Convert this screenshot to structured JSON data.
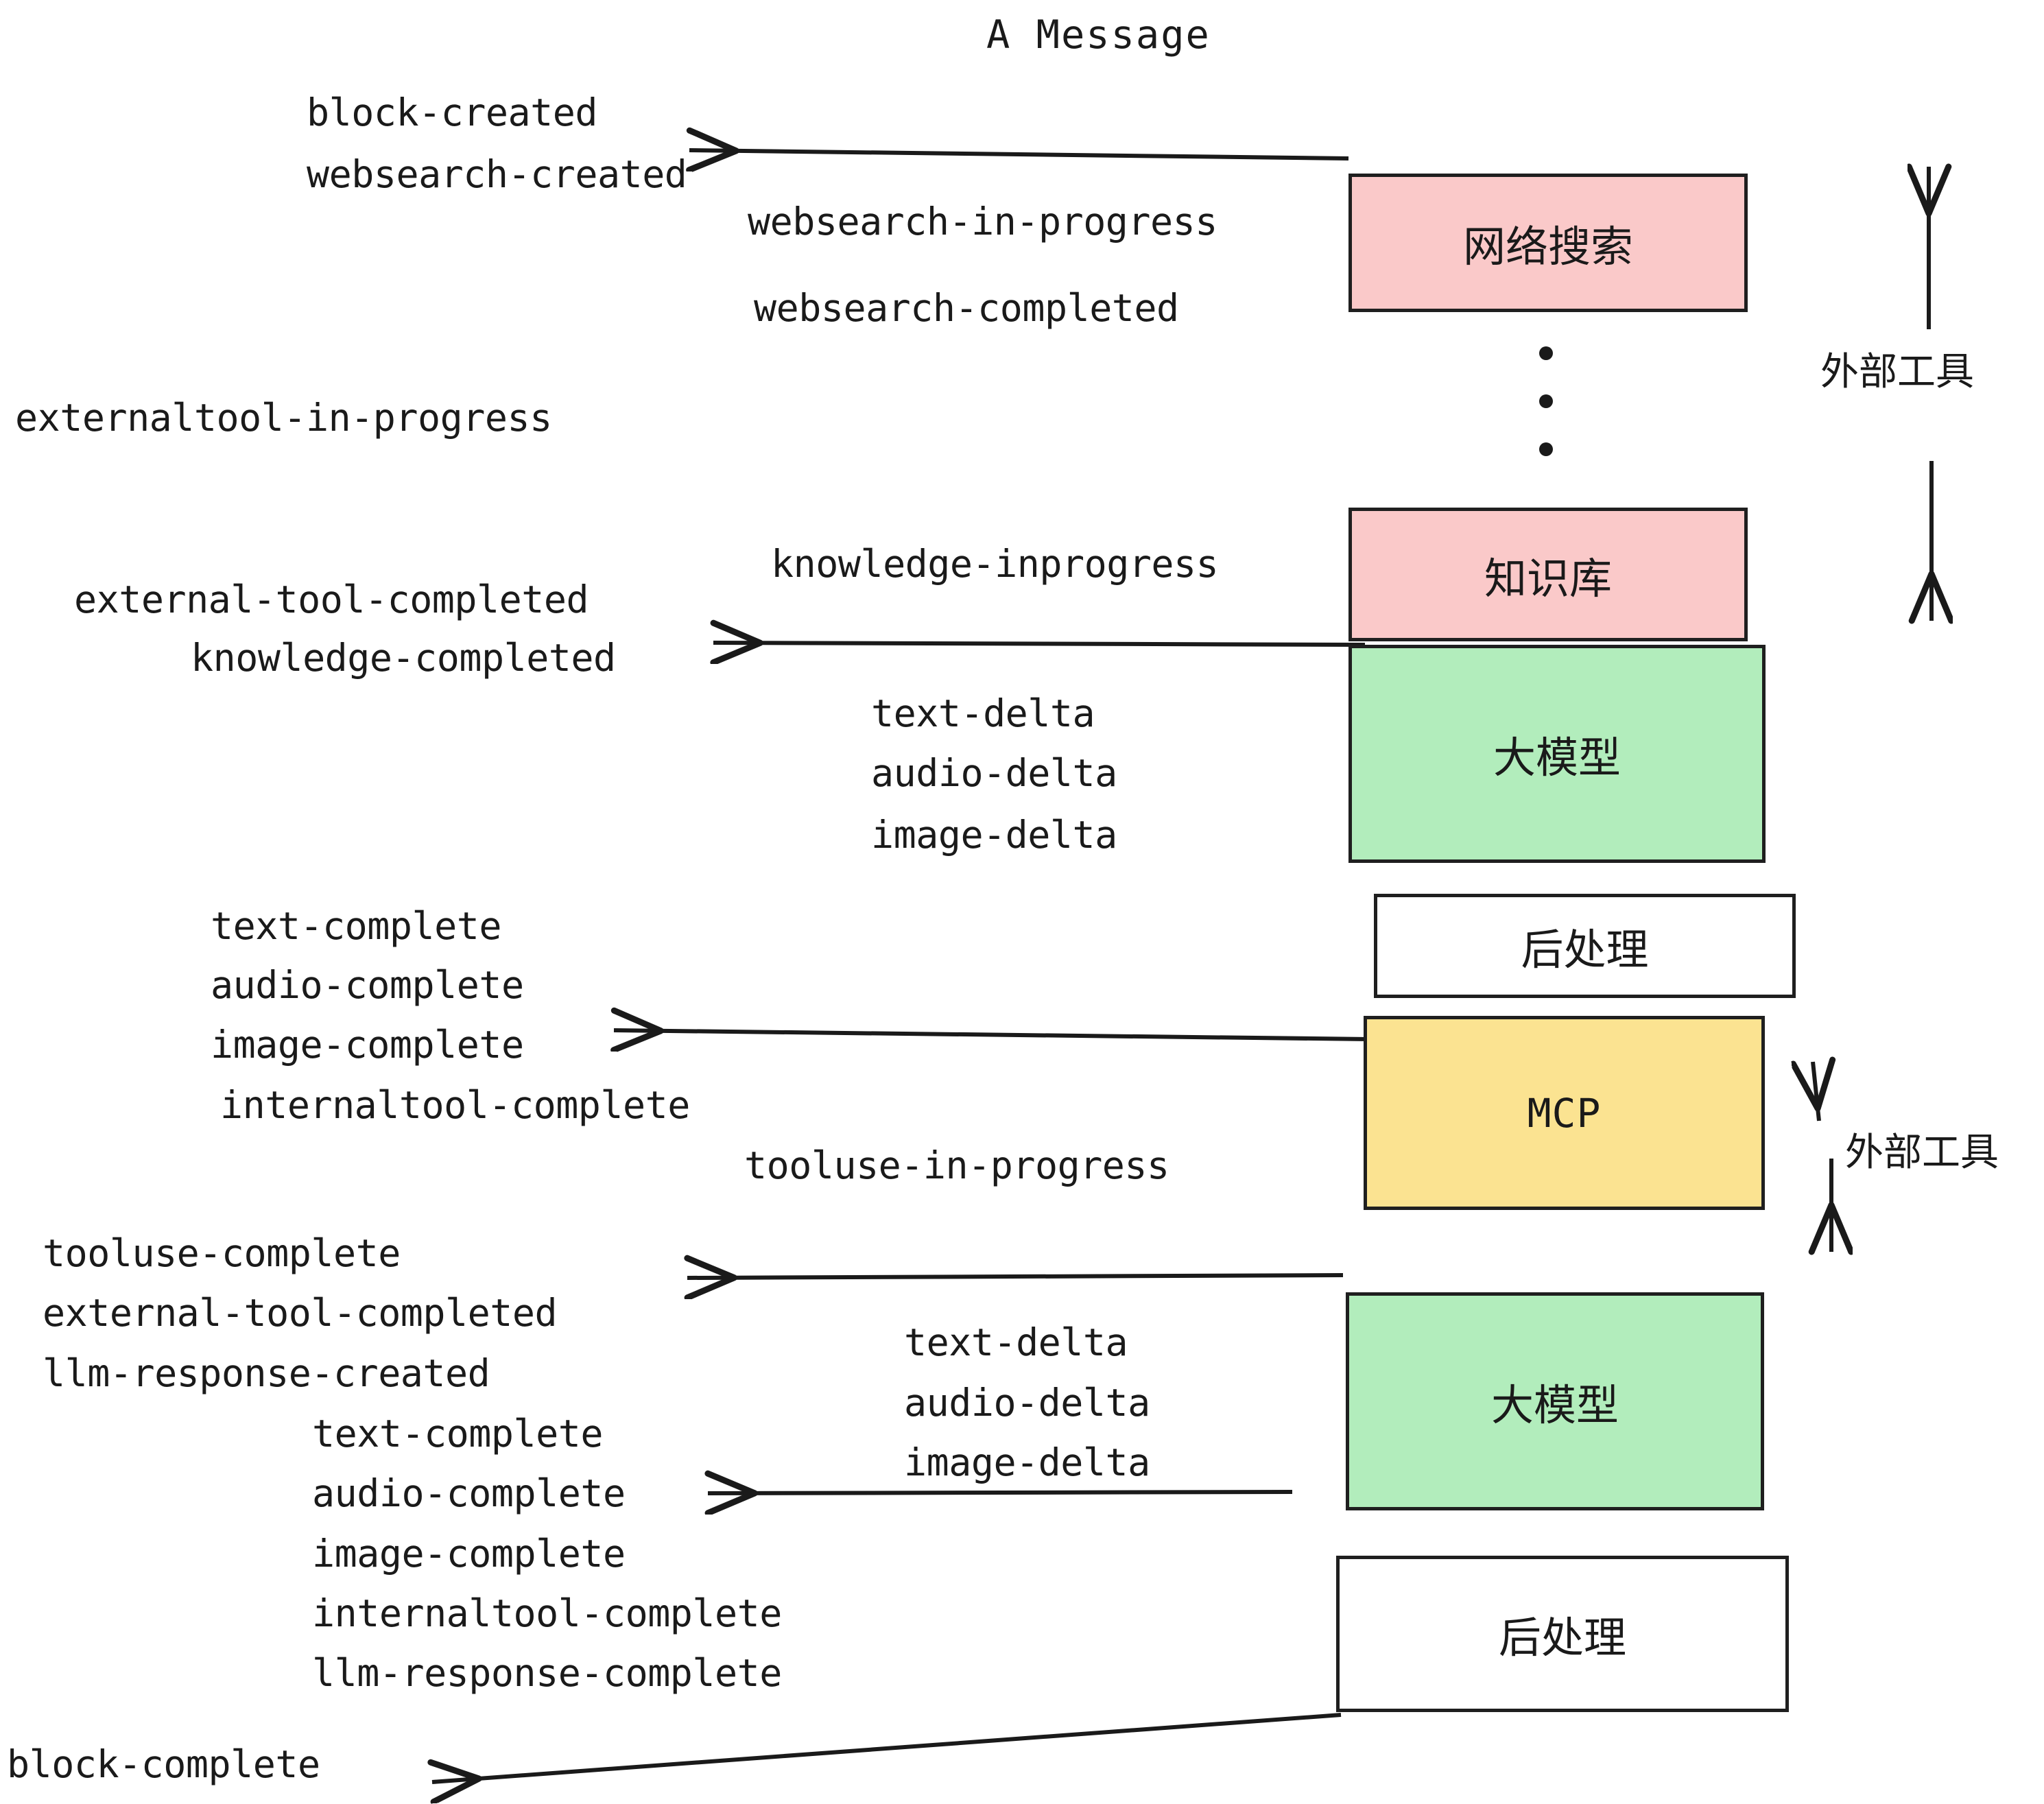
{
  "title": "A Message",
  "colors": {
    "pink": "#fac9c9",
    "green": "#b2edbc",
    "yellow": "#fbe391",
    "white": "#ffffff",
    "stroke": "#1f1f1f",
    "text": "#1a1a1a"
  },
  "boxes": [
    {
      "id": "websearch",
      "label": "网络搜索",
      "fill": "#fac9c9"
    },
    {
      "id": "knowledge",
      "label": "知识库",
      "fill": "#fac9c9"
    },
    {
      "id": "llm-top",
      "label": "大模型",
      "fill": "#b2edbc"
    },
    {
      "id": "postprocess-top",
      "label": "后处理",
      "fill": "#ffffff"
    },
    {
      "id": "mcp",
      "label": "MCP",
      "fill": "#fbe391"
    },
    {
      "id": "llm-bottom",
      "label": "大模型",
      "fill": "#b2edbc"
    },
    {
      "id": "postprocess-bottom",
      "label": "后处理",
      "fill": "#ffffff"
    }
  ],
  "side_labels": [
    {
      "id": "external-tools-top",
      "label": "外部工具"
    },
    {
      "id": "external-tools-bottom",
      "label": "外部工具"
    }
  ],
  "events": [
    {
      "id": "block-created",
      "text": "block-created"
    },
    {
      "id": "websearch-created",
      "text": "websearch-created"
    },
    {
      "id": "websearch-in-progress",
      "text": "websearch-in-progress"
    },
    {
      "id": "websearch-completed",
      "text": "websearch-completed"
    },
    {
      "id": "externaltool-in-progress",
      "text": "externaltool-in-progress"
    },
    {
      "id": "knowledge-inprogress",
      "text": "knowledge-inprogress"
    },
    {
      "id": "external-tool-completed-1",
      "text": "external-tool-completed"
    },
    {
      "id": "knowledge-completed",
      "text": "knowledge-completed"
    },
    {
      "id": "text-delta-1",
      "text": "text-delta"
    },
    {
      "id": "audio-delta-1",
      "text": "audio-delta"
    },
    {
      "id": "image-delta-1",
      "text": "image-delta"
    },
    {
      "id": "text-complete-1",
      "text": "text-complete"
    },
    {
      "id": "audio-complete-1",
      "text": "audio-complete"
    },
    {
      "id": "image-complete-1",
      "text": "image-complete"
    },
    {
      "id": "internaltool-complete-1",
      "text": "internaltool-complete"
    },
    {
      "id": "tooluse-in-progress",
      "text": "tooluse-in-progress"
    },
    {
      "id": "tooluse-complete",
      "text": "tooluse-complete"
    },
    {
      "id": "external-tool-completed-2",
      "text": "external-tool-completed"
    },
    {
      "id": "llm-response-created",
      "text": "llm-response-created"
    },
    {
      "id": "text-delta-2",
      "text": "text-delta"
    },
    {
      "id": "audio-delta-2",
      "text": "audio-delta"
    },
    {
      "id": "image-delta-2",
      "text": "image-delta"
    },
    {
      "id": "text-complete-2",
      "text": "text-complete"
    },
    {
      "id": "audio-complete-2",
      "text": "audio-complete"
    },
    {
      "id": "image-complete-2",
      "text": "image-complete"
    },
    {
      "id": "internaltool-complete-2",
      "text": "internaltool-complete"
    },
    {
      "id": "llm-response-complete",
      "text": "llm-response-complete"
    },
    {
      "id": "block-complete",
      "text": "block-complete"
    }
  ]
}
